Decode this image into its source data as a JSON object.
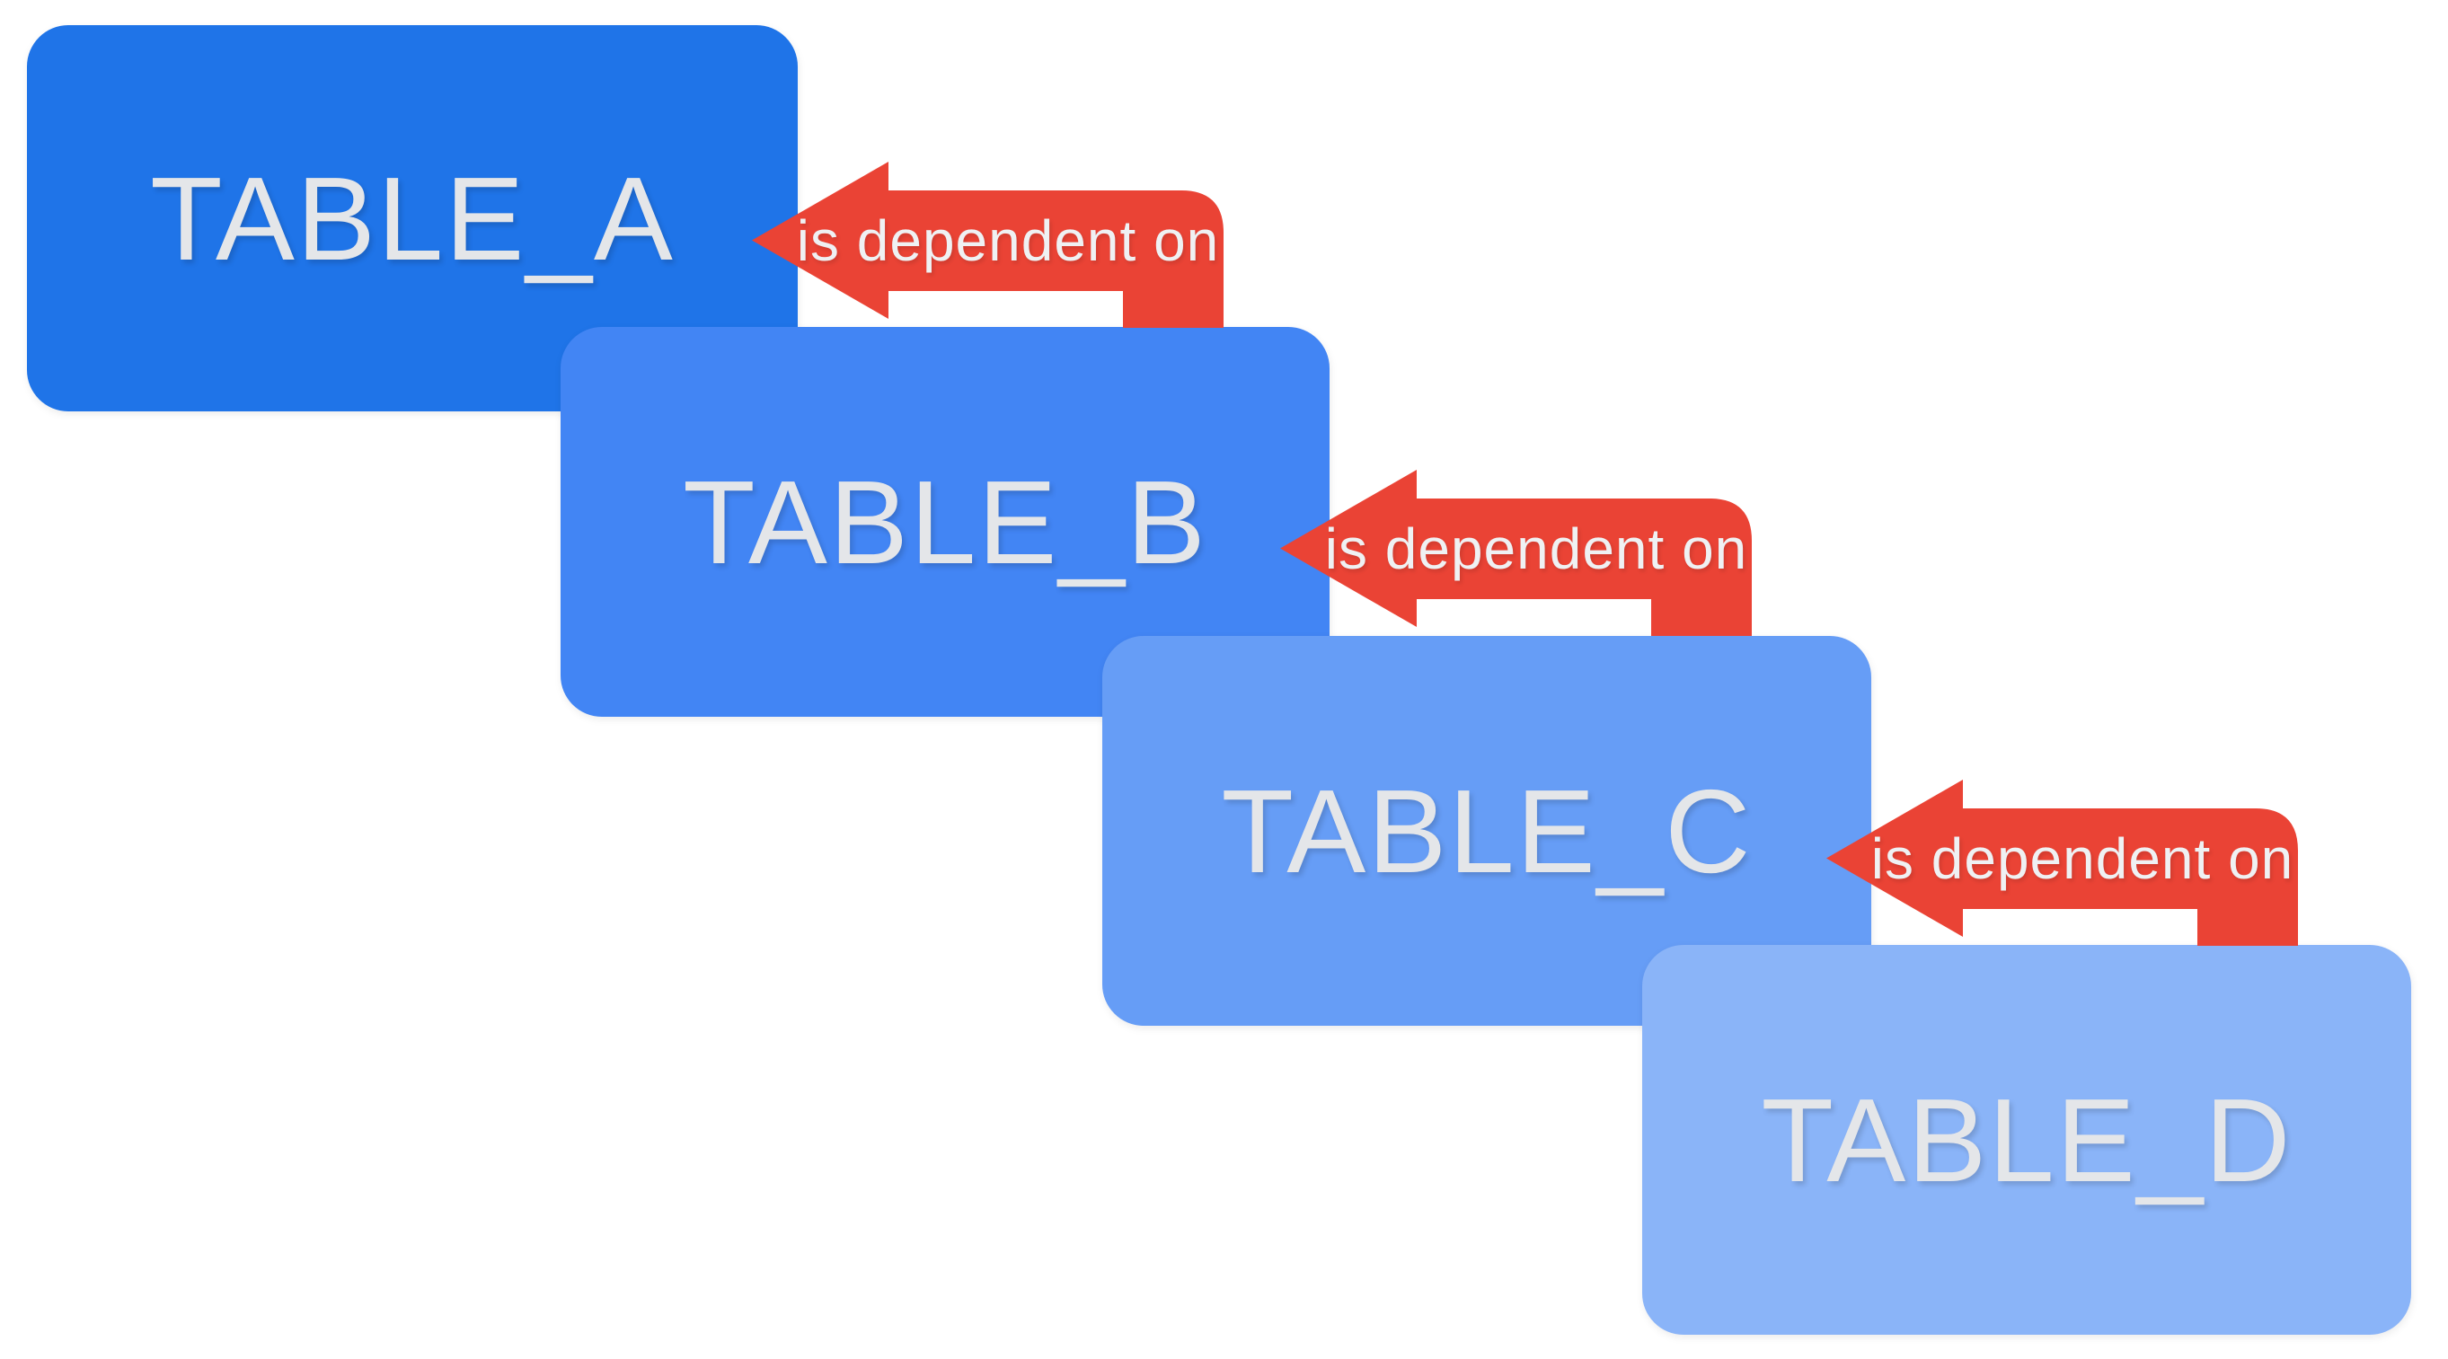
{
  "diagram": {
    "background_color": "#FFFFFF",
    "arrow_color": "#EA4335",
    "box_label_color": "#E4E6E9",
    "arrow_label_color": "#EFF1F3",
    "tables": [
      {
        "id": "table-a",
        "label": "TABLE_A",
        "color": "#1F74E8"
      },
      {
        "id": "table-b",
        "label": "TABLE_B",
        "color": "#4285F4"
      },
      {
        "id": "table-c",
        "label": "TABLE_C",
        "color": "#669DF6"
      },
      {
        "id": "table-d",
        "label": "TABLE_D",
        "color": "#8AB4F8"
      }
    ],
    "relationships": [
      {
        "source": "TABLE_B",
        "target": "TABLE_A",
        "label": "is dependent on"
      },
      {
        "source": "TABLE_C",
        "target": "TABLE_B",
        "label": "is dependent on"
      },
      {
        "source": "TABLE_D",
        "target": "TABLE_C",
        "label": "is dependent on"
      }
    ]
  }
}
